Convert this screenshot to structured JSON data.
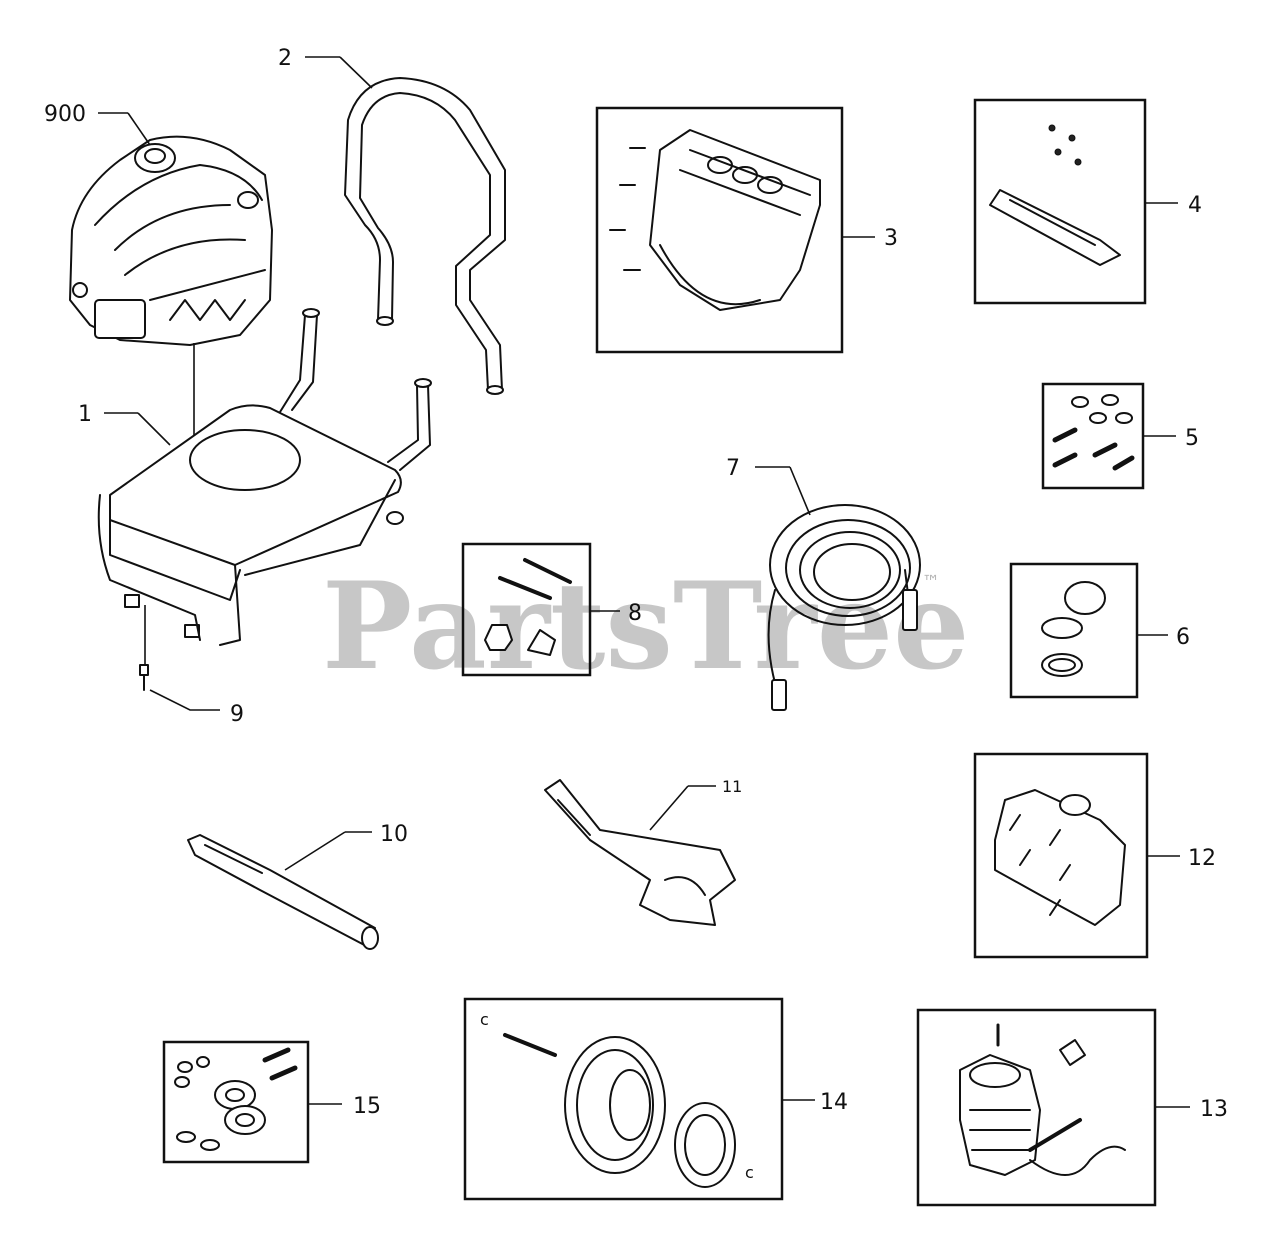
{
  "watermark": {
    "text": "PartsTree",
    "trademark": "™"
  },
  "callouts": {
    "c900": "900",
    "c1": "1",
    "c2": "2",
    "c3": "3",
    "c4": "4",
    "c5": "5",
    "c6": "6",
    "c7": "7",
    "c8": "8",
    "c9": "9",
    "c10": "10",
    "c11": "11",
    "c12": "12",
    "c13": "13",
    "c14": "14",
    "c15": "15"
  },
  "colors": {
    "line": "#111111",
    "watermark": "#b5b5b5",
    "background": "#ffffff"
  }
}
